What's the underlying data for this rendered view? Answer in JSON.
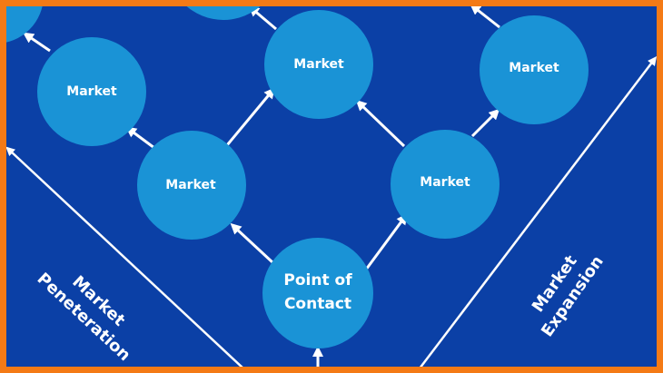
{
  "nodes": {
    "market_label": "Market",
    "contact_line1": "Point of",
    "contact_line2": "Contact"
  },
  "axes": {
    "penetration_line1": "Market",
    "penetration_line2": "Peneteration",
    "expansion_line1": "Market",
    "expansion_line2": "Expansion"
  },
  "colors": {
    "background": "#0b40a6",
    "border": "#f47a16",
    "node": "#1a93d6",
    "arrow": "#ffffff"
  }
}
